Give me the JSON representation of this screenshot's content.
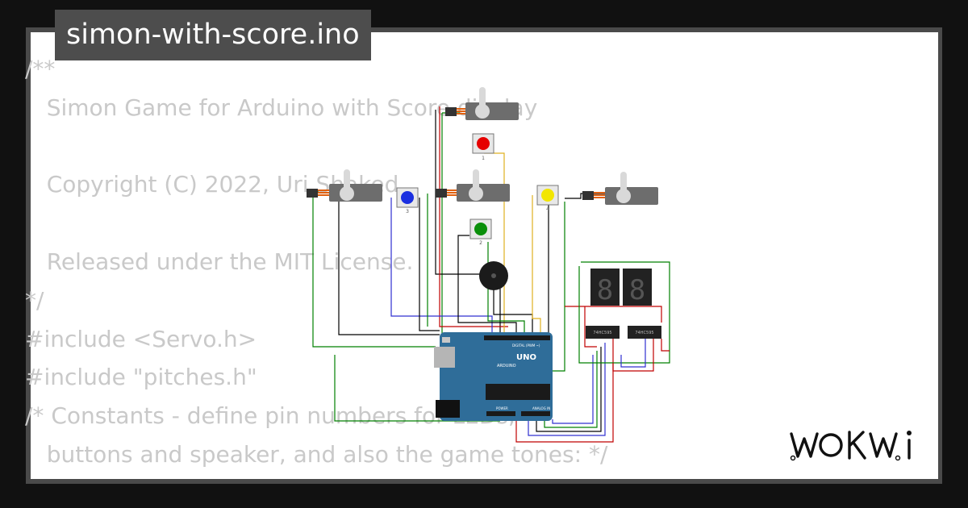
{
  "project": {
    "filename": "simon-with-score.ino"
  },
  "code_lines": [
    "/**",
    "   Simon Game for Arduino with Score display",
    "",
    "   Copyright (C) 2022, Uri Shaked",
    "",
    "   Released under the MIT License.",
    "*/",
    "#include <Servo.h>",
    "#include \"pitches.h\"",
    "/* Constants - define pin numbers for LEDs,",
    "   buttons and speaker, and also the game tones: */"
  ],
  "diagram": {
    "buttons": [
      {
        "label": "1",
        "color": "#e60000"
      },
      {
        "label": "2",
        "color": "#0a8f0a"
      },
      {
        "label": "3",
        "color": "#1a2fe0"
      },
      {
        "label": "4",
        "color": "#f2e600"
      }
    ],
    "board": {
      "model": "UNO",
      "brand": "ARDUINO",
      "pins_digital": "DIGITAL (PWM ~)",
      "pins_analog": "ANALOG IN",
      "pins_power": "POWER",
      "color": "#2f6d99"
    },
    "chips": [
      "74HC595",
      "74HC595"
    ]
  },
  "brand": {
    "logo_text": "WOKWi"
  }
}
